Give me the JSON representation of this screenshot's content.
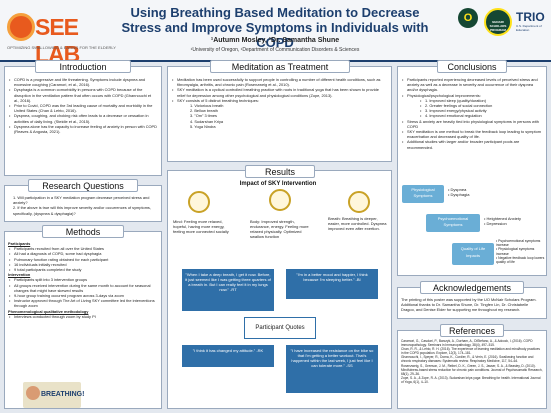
{
  "header": {
    "logo_text": "SEE LAB",
    "logo_tagline": "OPTIMIZING SWALLOWING & EATING FOR THE ELDERLY",
    "title": "Using Breathing Based Meditation to Decrease Stress and Improve Symptoms in Individuals with COPD",
    "authors": "¹Autumn Mosley, ¹Dr. Samantha Shune",
    "affiliation": "¹University of Oregon, ¹Department of Communication Disorders & Sciences",
    "logo_uo": "O",
    "logo_mcnair": "McNAIR SCHOLARS PROGRAM",
    "logo_trio": "TRIO",
    "logo_trio_sub": "U.S. Department of Education"
  },
  "intro": {
    "heading": "Introduction",
    "items": [
      "COPD is a progressive and life threatening. Symptoms include dyspnea and excessive coughing (Caramori, et al., 2016).",
      "Dysphagia is a common comorbidity in persons with COPD because of the disruption in the ventilation pattern that often occurs with COPD (Ghannouchi et al., 2016).",
      "Prior to Covid, COPD was the 3rd leading cause of mortality and morbidity in the United States (Chan & Lehto, 2016).",
      "Dyspnea, coughing, and choking risk often leads to a decrease or cessation in activities of daily living. (Steidle et al., 2015).",
      "Dyspnea alone has the capacity to increase feeling of anxiety in person with COPD (Reaves & Angosta, 2021)."
    ]
  },
  "rq": {
    "heading": "Research Questions",
    "items": [
      "Will participation in a SKY mediation program decrease perceived stress and anxiety?",
      "If the above is true will this improve severity and/or occurrences of symptoms, specifically, (dyspnea & dysphagia)?"
    ]
  },
  "methods": {
    "heading": "Methods",
    "participants_label": "Participants",
    "participants": [
      "Participants recruited from all over the United States",
      "All had a diagnosis of COPD, some had dysphagia",
      "Pulmonary function rating obtained for each participant",
      "16 individuals initially recruited",
      "9 total participants completed the study"
    ],
    "intervention_label": "Intervention",
    "intervention": [
      "Participants split into 3 intervention groups",
      "All groups received intervention during the same month to account for seasonal changes that might have skewed results",
      "9-hour group training occurred program across 3-days via zoom",
      "Instructor approved through The Art of Living SKY committee led the interventions through zoom"
    ],
    "qual_label": "Phenomenological qualitative methodology",
    "qual": "Interviews conducted through zoom by study PI",
    "image_text": "BREATHING!"
  },
  "meditation": {
    "heading": "Meditation as Treatment",
    "items": [
      "Meditation has been used successfully to support people in controlling a number of different health conditions, such as fibromyalgia, arthritis, and chronic pain (Rosenzweig et al., 2010).",
      "SKY meditation is a cyclical controlled breathing practice with roots in traditional yoga that has been shown to provide relief for depression among other psychological and physiological conditions (Zope, 2013).",
      "SKY consists of 5 distinct breathing techniques:"
    ],
    "techniques": [
      "Victorious breath",
      "Bellow breath",
      "\"Om\" 3 times",
      "Sudarshan Kriya",
      "Yoga Nindra"
    ]
  },
  "results": {
    "heading": "Results",
    "impact_title": "Impact of SKY Intervention",
    "mind": "Mind: Feeling more relaxed, hopeful, having more energy, feeling more connected socially",
    "body": "Body: Improved strength, endurance, energy. Feeling more relaxed physically. Optimized swallow function",
    "breath": "Breath: Breathing is deeper, easier, more controlled. Dyspnea improved even after exertion.",
    "q1": "\"When I take a deep breath, I get it now. Before, it just seemed like I was getting three quarters of a breath in. But I can really feel it in my lungs now.\" -RT",
    "q2": "\"I'm in a better mood and happier, I think because I'm sleeping better.\" -BI",
    "q_center": "Participant Quotes",
    "q3": "\"I think it has changed my attitude.\" -RK",
    "q4": "\"I have increased the resistance on the bike so that I'm getting a better workout. That's happened within the last week, I just feel like I can tolerate more.\" -SS"
  },
  "conclusions": {
    "heading": "Conclusions",
    "items": [
      "Participants reported experiencing decreased levels of perceived stress and anxiety as well as a decrease in severity and occurrence of their dyspnea and/or dysphagia.",
      "Physiological/psychological improvements:"
    ],
    "improvements": [
      "Improved sleep (quality/duration)",
      "Greater feelings of social connection",
      "Improved energy/physical activity",
      "Improved emotional regulation"
    ],
    "items2": [
      "Stress & anxiety are heavily tied into physiological symptoms in persons with COPD",
      "SKY meditation is one method to break the feedback loop leading to symptom exacerbation and decreased quality of life.",
      "Additional studies with larger and/or broader participant pools are recommended."
    ],
    "flow_physio": "Physiological Symptoms",
    "physio_list": [
      "Dyspnea",
      "Dysphagia"
    ],
    "flow_psycho": "Psychoemotional Symptoms",
    "psycho_list": [
      "Heightened Anxiety",
      "Depression"
    ],
    "flow_qol": "Quality of Life Impacts",
    "qol_list": [
      "Psychoemotional symptoms increase",
      "Physiological symptoms increase",
      "Negative feedback loop lowers quality of life"
    ]
  },
  "ack": {
    "heading": "Acknowledgements",
    "text": "The printing of this poster was supported by the UO McNair Scholars Program. Additional thanks to Dr. Samantha Shune, Dr. Tingfen Lin, Dr. Christabelle Dragoo, and Denise Elder for supporting me throughout my research."
  },
  "refs": {
    "heading": "References",
    "items": [
      "Caramori, G., Casolari, P., Barczyk, A., Durham, A., DiStefano, A., & Adcock, I. (2016). COPD immunopathology. Seminars in Immunopathology, 38(4), 497–515.",
      "Chan, R. R., & Lehto, R. H. (2016). The experience of learning meditation and mind/body practices in the COPD population. Explore, 12(3), 174–181.",
      "Ghannouchi, I., Speyer, R., Doma, K., Cordier, R., & Verin, E. (2016). Swallowing function and chronic respiratory diseases: Systematic review. Respiratory Medicine, 117, 54–64.",
      "Rosenzweig, S., Greeson, J. M., Reibel, D. K., Green, J. S., Jasser, S. A., & Beasley, D. (2010). Mindfulness-based stress reduction for chronic pain conditions. Journal of Psychosomatic Research, 68(1), 29–36.",
      "Zope, S. A., & Zope, R. A. (2013). Sudarshan kriya yoga: Breathing for health. International Journal of Yoga, 6(1), 4–10."
    ]
  }
}
